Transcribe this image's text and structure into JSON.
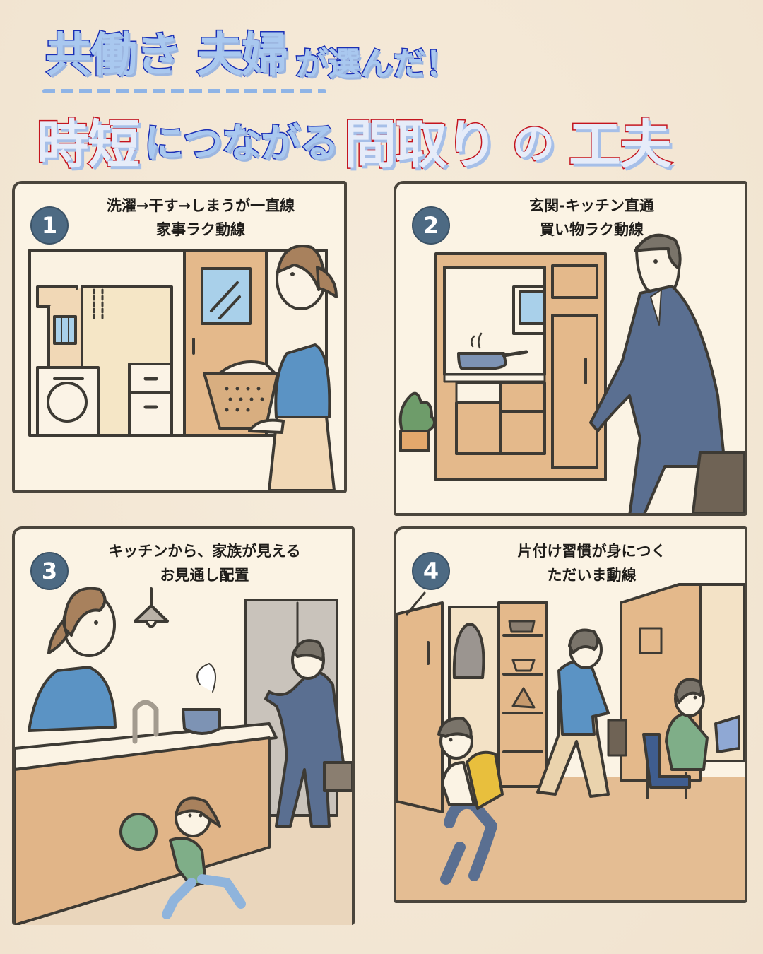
{
  "header": {
    "line1": {
      "part1": "共働き",
      "part2": "夫婦",
      "part3": "が選んだ！"
    },
    "line2": {
      "part1": "時短",
      "part2": "につながる",
      "part3": "間取り",
      "part4": "の",
      "part5": "工夫"
    }
  },
  "colors": {
    "background": "#f3e6d3",
    "title_blue_outline": "#1b2fb5",
    "title_red_outline": "#c4141e",
    "badge": "#4d6a83",
    "panel_border": "#4a453c"
  },
  "panels": [
    {
      "number": "1",
      "line1": "洗濯→干す→しまうが一直線",
      "line2": "家事ラク動線",
      "scene": "woman carrying laundry basket past washing machine, storage shelves and door"
    },
    {
      "number": "2",
      "line1": "玄関-キッチン直通",
      "line2": "買い物ラク動線",
      "scene": "man in suit with bag walking from entrance directly to kitchen"
    },
    {
      "number": "3",
      "line1": "キッチンから、家族が見える",
      "line2": "お見通し配置",
      "scene": "mother at kitchen counter seeing child running and father arriving"
    },
    {
      "number": "4",
      "line1": "片付け習慣が身につく",
      "line2": "ただいま動線",
      "scene": "child with school bag and father passing entrance storage, person at desk"
    }
  ]
}
